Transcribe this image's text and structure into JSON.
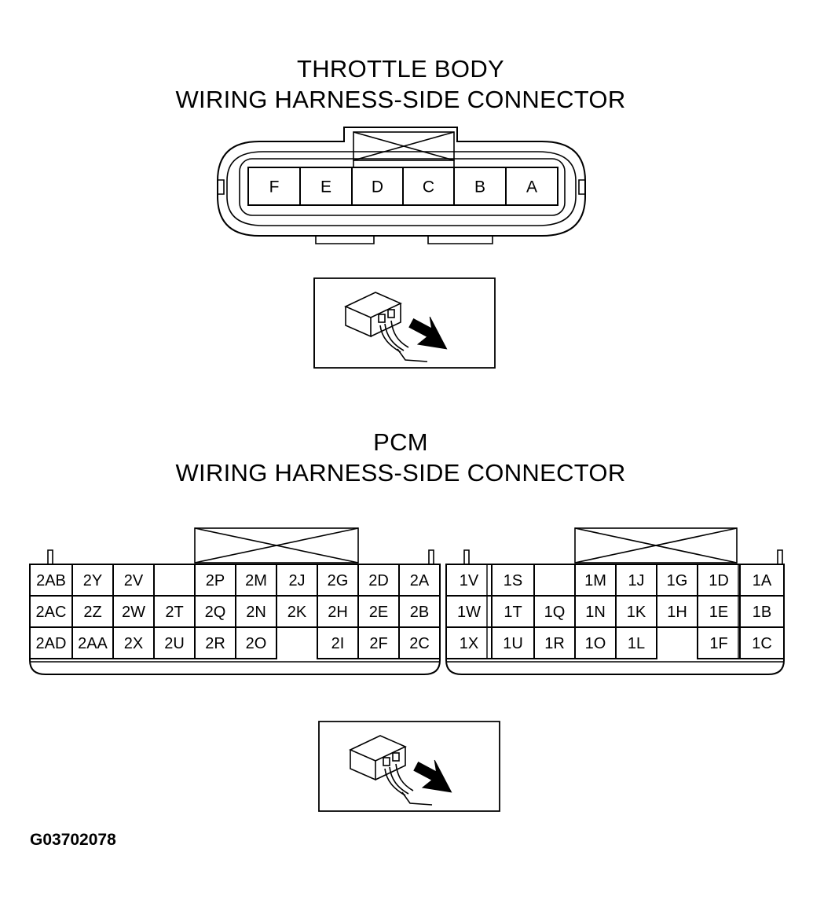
{
  "throttle": {
    "title_line1": "THROTTLE BODY",
    "title_line2": "WIRING HARNESS-SIDE CONNECTOR",
    "terminals": [
      "F",
      "E",
      "D",
      "C",
      "B",
      "A"
    ]
  },
  "pcm": {
    "title_line1": "PCM",
    "title_line2": "WIRING HARNESS-SIDE CONNECTOR",
    "left_rows": [
      [
        "2AB",
        "2Y",
        "2V",
        "",
        "2P",
        "2M",
        "2J",
        "2G",
        "2D",
        "2A"
      ],
      [
        "2AC",
        "2Z",
        "2W",
        "2T",
        "2Q",
        "2N",
        "2K",
        "2H",
        "2E",
        "2B"
      ],
      [
        "2AD",
        "2AA",
        "2X",
        "2U",
        "2R",
        "2O",
        "",
        "2I",
        "2F",
        "2C"
      ]
    ],
    "right_rows": [
      [
        "1V",
        "1S",
        "",
        "1M",
        "1J",
        "1G",
        "1D",
        "1A"
      ],
      [
        "1W",
        "1T",
        "1Q",
        "1N",
        "1K",
        "1H",
        "1E",
        "1B"
      ],
      [
        "1X",
        "1U",
        "1R",
        "1O",
        "1L",
        "",
        "1F",
        "1C"
      ]
    ]
  },
  "figure_id": "G03702078",
  "colors": {
    "ink": "#000000",
    "paper": "#ffffff"
  }
}
